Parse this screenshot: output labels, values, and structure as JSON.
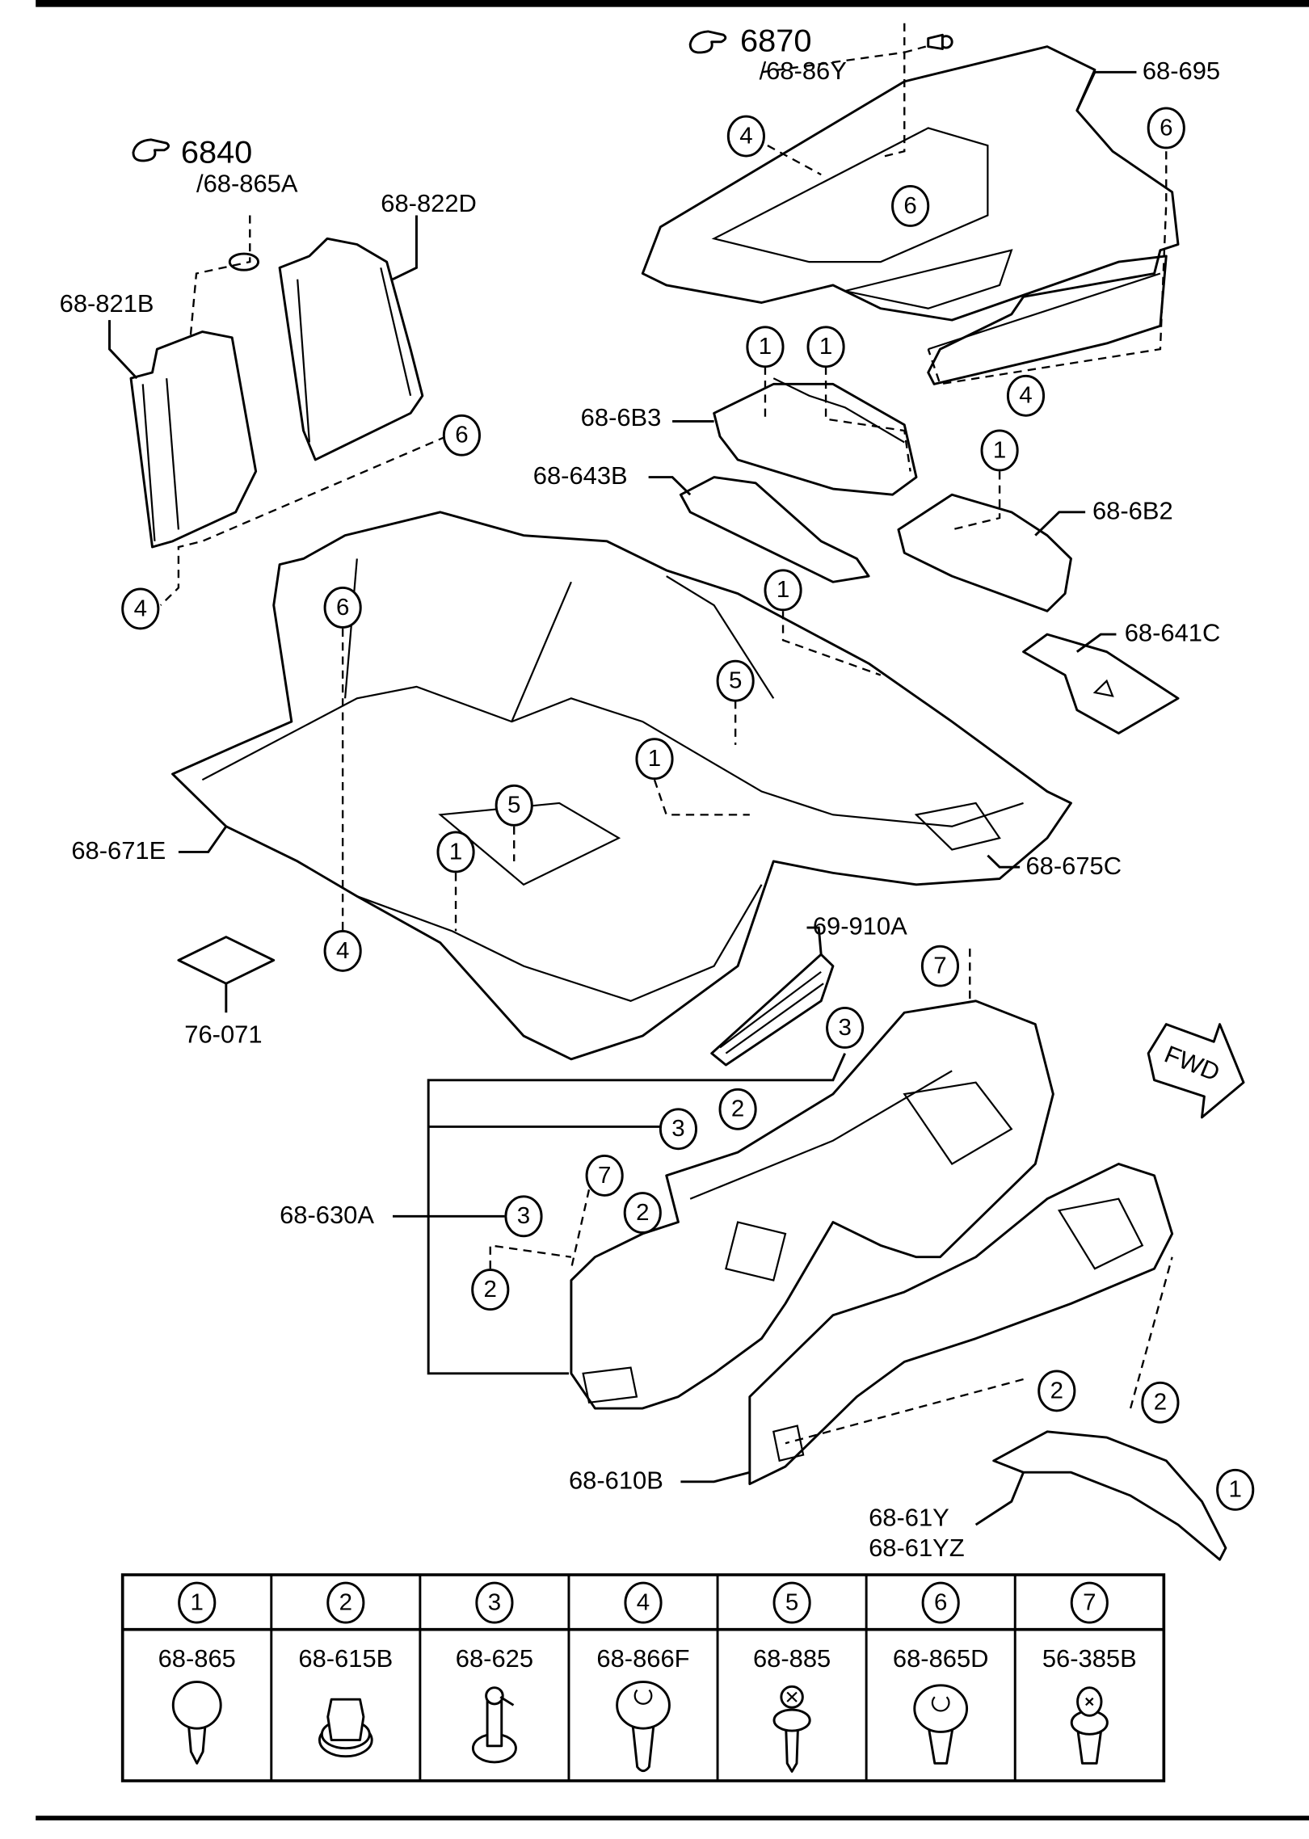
{
  "diagram": {
    "references": [
      {
        "symbol": "hand-pointer-icon",
        "number": "6870",
        "sub": "/68-86Y"
      },
      {
        "symbol": "hand-pointer-icon",
        "number": "6840",
        "sub": "/68-865A"
      }
    ],
    "part_labels": [
      "68-695",
      "68-822D",
      "68-821B",
      "68-6B3",
      "68-643B",
      "68-6B2",
      "68-641C",
      "68-671E",
      "68-675C",
      "69-910A",
      "76-071",
      "68-630A",
      "68-610B",
      "68-61Y",
      "68-61YZ"
    ],
    "callouts": [
      "4",
      "6",
      "6",
      "4",
      "1",
      "1",
      "1",
      "6",
      "4",
      "6",
      "1",
      "5",
      "1",
      "5",
      "1",
      "4",
      "7",
      "3",
      "2",
      "3",
      "7",
      "2",
      "3",
      "2",
      "2",
      "2",
      "1"
    ],
    "fwd_label": "FWD"
  },
  "fastener_table": {
    "columns": [
      {
        "ref": "1",
        "part": "68-865"
      },
      {
        "ref": "2",
        "part": "68-615B"
      },
      {
        "ref": "3",
        "part": "68-625"
      },
      {
        "ref": "4",
        "part": "68-866F"
      },
      {
        "ref": "5",
        "part": "68-885"
      },
      {
        "ref": "6",
        "part": "68-865D"
      },
      {
        "ref": "7",
        "part": "56-385B"
      }
    ]
  }
}
